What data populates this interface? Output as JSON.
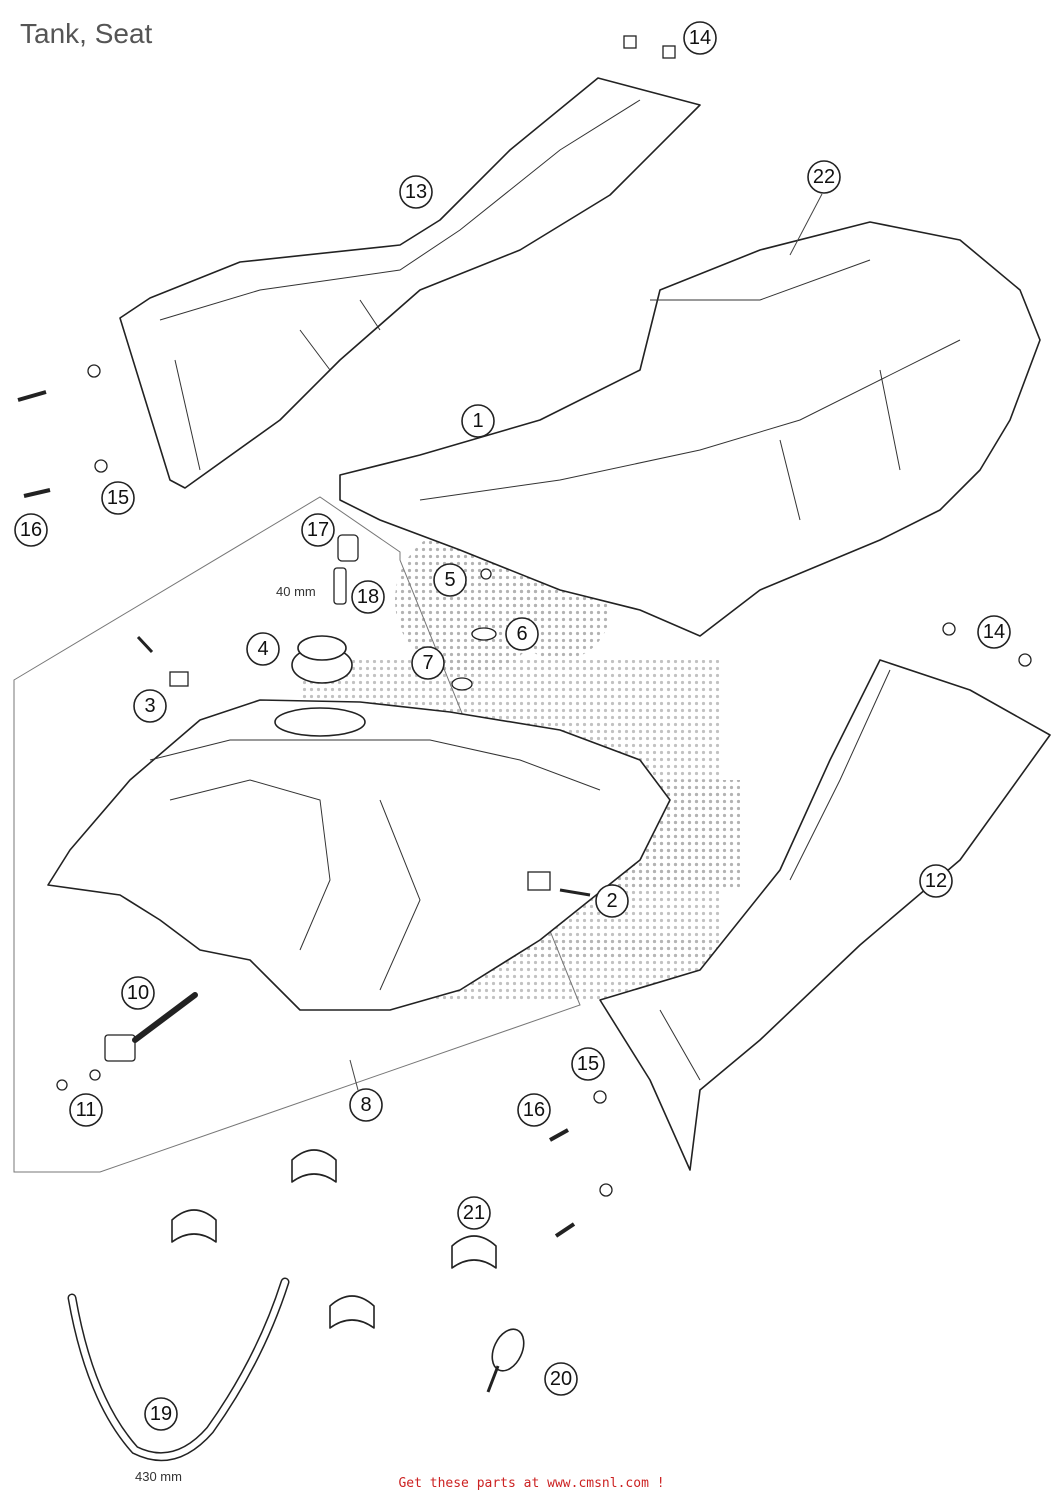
{
  "page": {
    "title": "Tank, Seat",
    "footer": "Get these parts at www.cmsnl.com !"
  },
  "dimensions": {
    "spacer": "40 mm",
    "hose": "430 mm"
  },
  "callouts": [
    {
      "id": "c14a",
      "label": "14"
    },
    {
      "id": "c13",
      "label": "13"
    },
    {
      "id": "c22",
      "label": "22"
    },
    {
      "id": "c1",
      "label": "1"
    },
    {
      "id": "c15a",
      "label": "15"
    },
    {
      "id": "c16a",
      "label": "16"
    },
    {
      "id": "c17",
      "label": "17"
    },
    {
      "id": "c18",
      "label": "18"
    },
    {
      "id": "c5",
      "label": "5"
    },
    {
      "id": "c6",
      "label": "6"
    },
    {
      "id": "c4",
      "label": "4"
    },
    {
      "id": "c7",
      "label": "7"
    },
    {
      "id": "c14b",
      "label": "14"
    },
    {
      "id": "c3",
      "label": "3"
    },
    {
      "id": "c12",
      "label": "12"
    },
    {
      "id": "c2",
      "label": "2"
    },
    {
      "id": "c10",
      "label": "10"
    },
    {
      "id": "c15b",
      "label": "15"
    },
    {
      "id": "c8",
      "label": "8"
    },
    {
      "id": "c11",
      "label": "11"
    },
    {
      "id": "c16b",
      "label": "16"
    },
    {
      "id": "c21",
      "label": "21"
    },
    {
      "id": "c20",
      "label": "20"
    },
    {
      "id": "c19",
      "label": "19"
    }
  ]
}
